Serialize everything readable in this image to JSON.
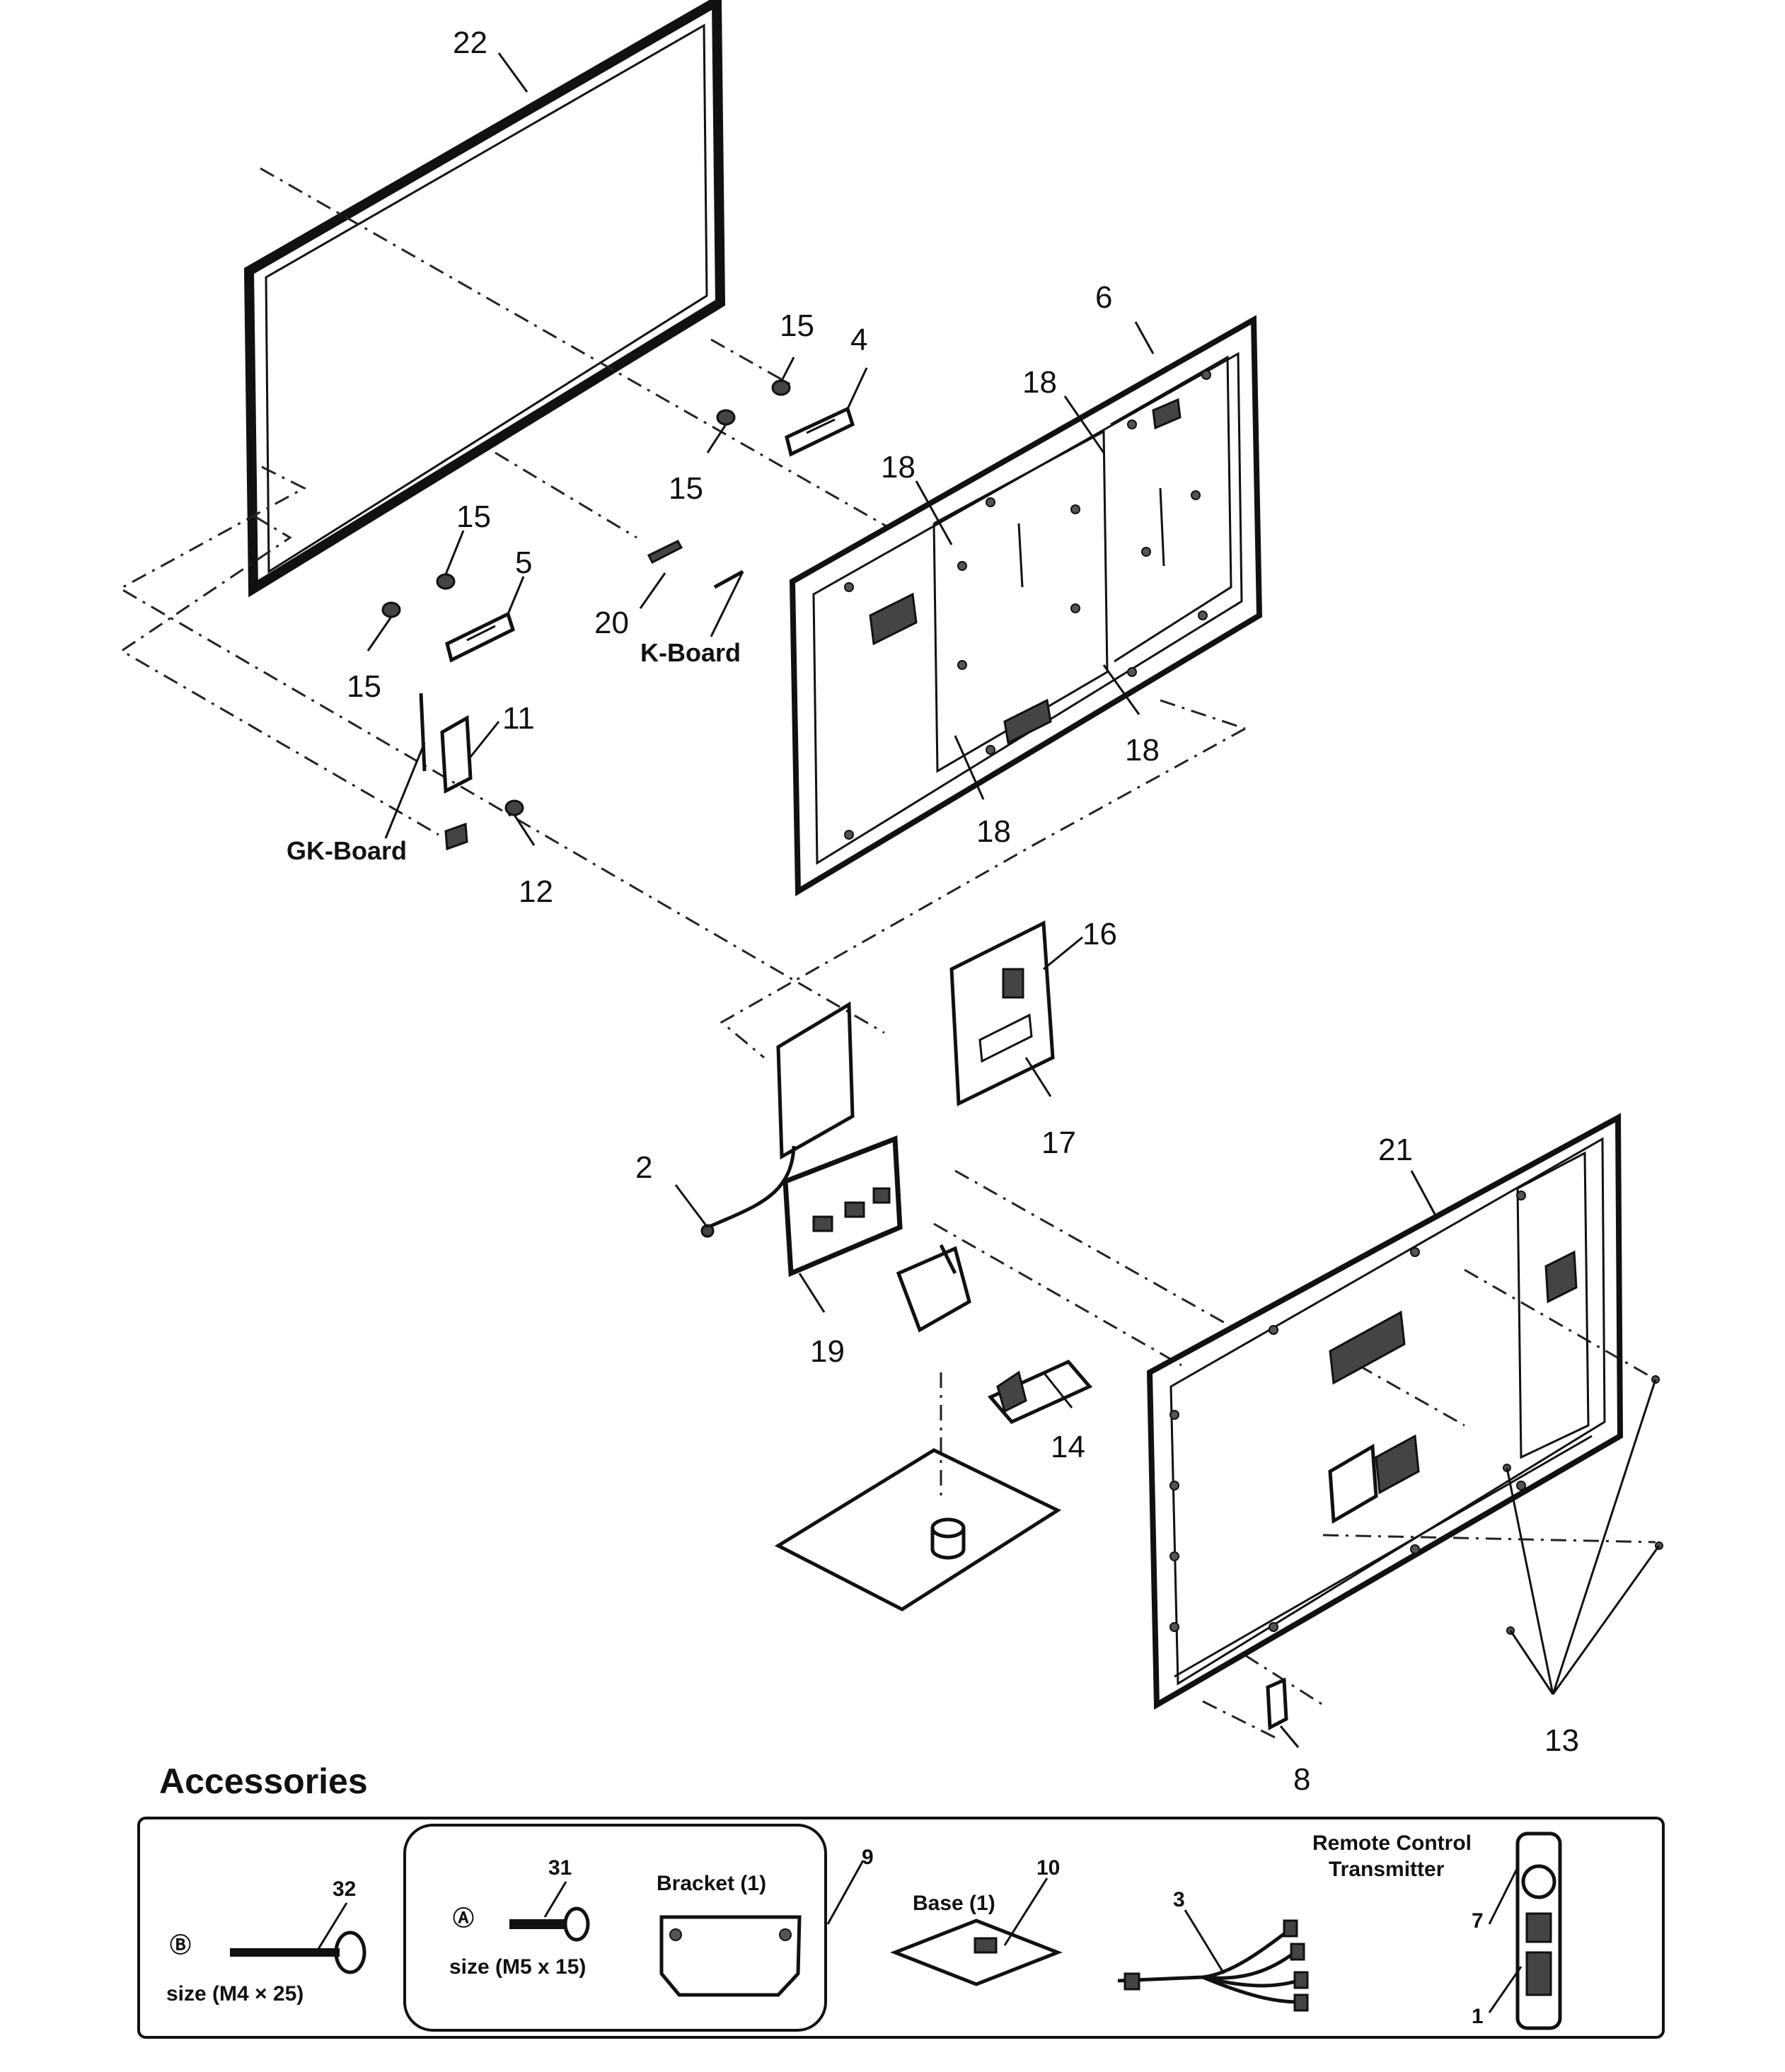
{
  "callouts": {
    "c22": "22",
    "c15a": "15",
    "c4": "4",
    "c6": "6",
    "c18a": "18",
    "c18b": "18",
    "c15b": "15",
    "c15c": "15",
    "c5": "5",
    "c20": "20",
    "c15d": "15",
    "c11": "11",
    "c18c": "18",
    "c18d": "18",
    "c12": "12",
    "c16": "16",
    "c17": "17",
    "c2": "2",
    "c21": "21",
    "c19": "19",
    "c14": "14",
    "c13": "13",
    "c8": "8"
  },
  "boards": {
    "k_board": "K-Board",
    "gk_board": "GK-Board"
  },
  "accessories": {
    "title": "Accessories",
    "c32": "32",
    "b_symbol": "Ⓑ",
    "b_size": "size (M4 × 25)",
    "c31": "31",
    "a_symbol": "Ⓐ",
    "a_size": "size (M5 x 15)",
    "bracket": "Bracket (1)",
    "c9": "9",
    "base": "Base (1)",
    "c10": "10",
    "c3": "3",
    "remote_line1": "Remote Control",
    "remote_line2": "Transmitter",
    "c7": "7",
    "c1": "1"
  }
}
